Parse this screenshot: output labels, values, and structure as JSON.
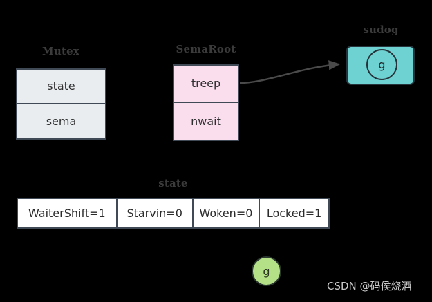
{
  "diagram": {
    "background_color": "#000000",
    "caption_color": "#3b3b3b",
    "structs": [
      {
        "caption": "Mutex",
        "fill": "#e9edf0",
        "border": "#3f4a56",
        "fields": [
          "state",
          "sema"
        ]
      },
      {
        "caption": "SemaRoot",
        "fill": "#fadeee",
        "border": "#3f4a56",
        "fields": [
          "treep",
          "nwait"
        ]
      }
    ],
    "sudog": {
      "caption": "sudog",
      "fill": "#6ed2d2",
      "border": "#26333a",
      "node_label": "g"
    },
    "arrow": {
      "name": "treep-to-sudog-arrow",
      "color": "#4a4a4a",
      "from": "treep",
      "to": "sudog"
    },
    "state_table": {
      "caption": "state",
      "fill": "#ffffff",
      "border": "#3f4a56",
      "cells": [
        "WaiterShift=1",
        "Starvin=0",
        "Woken=0",
        "Locked=1"
      ]
    },
    "goroutine": {
      "label": "g",
      "fill": "#b4e088",
      "border": "#2b3830"
    },
    "watermark": {
      "text": "CSDN @码侯烧酒",
      "color": "#c9c9c9"
    }
  }
}
